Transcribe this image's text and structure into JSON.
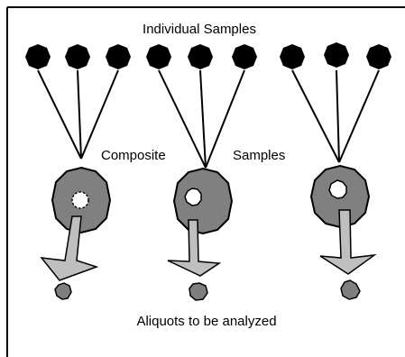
{
  "labels": {
    "top": "Individual Samples",
    "middle_left": "Composite",
    "middle_right": "Samples",
    "bottom": "Aliquots to be analyzed"
  },
  "colors": {
    "sample_fill": "#000000",
    "composite_fill": "#808080",
    "aliquot_fill": "#7f7f7f",
    "arrow_fill": "#bfbfbf",
    "line": "#000000",
    "frame": "#000000"
  },
  "groups": [
    {
      "samples": 3,
      "hole_style": "dashed"
    },
    {
      "samples": 3,
      "hole_style": "solid"
    },
    {
      "samples": 3,
      "hole_style": "solid"
    }
  ]
}
